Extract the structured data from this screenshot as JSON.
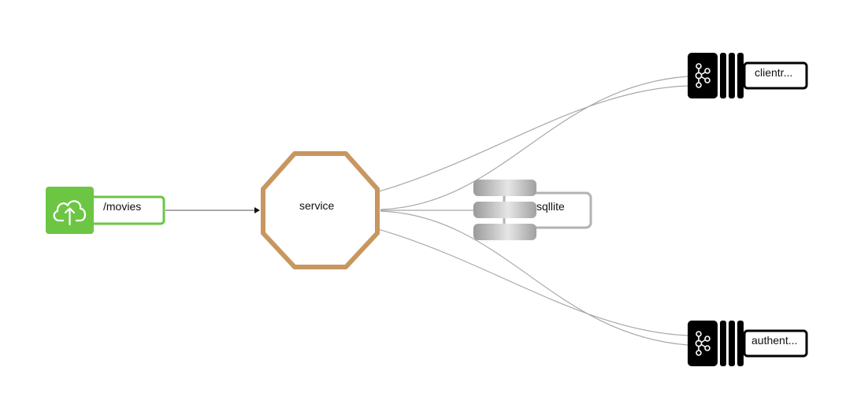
{
  "nodes": {
    "api": {
      "label": "/movies",
      "color": "#6cc644",
      "icon": "cloud-upload-icon"
    },
    "service": {
      "label": "service",
      "color": "#c8965f"
    },
    "db": {
      "label": "sqllite",
      "color": "#b3b3b3",
      "icon": "database-icon"
    },
    "topic_client": {
      "label": "clientr...",
      "icon": "kafka-icon"
    },
    "topic_auth": {
      "label": "authent...",
      "icon": "kafka-icon"
    }
  },
  "edges": [
    {
      "from": "/movies",
      "to": "service"
    },
    {
      "from": "service",
      "to": "sqllite"
    },
    {
      "from": "service",
      "to": "clientr..."
    },
    {
      "from": "service",
      "to": "authent..."
    }
  ]
}
